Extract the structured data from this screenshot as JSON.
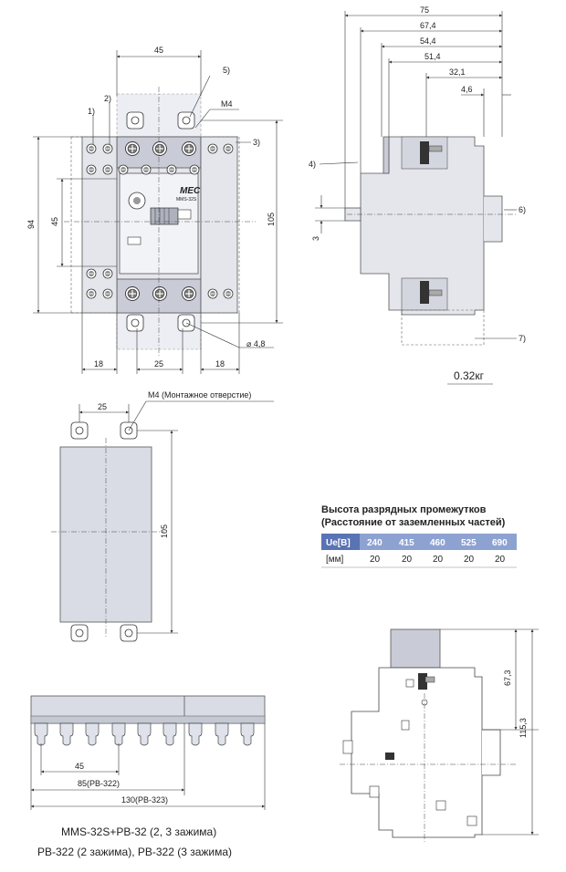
{
  "front_view": {
    "dims": {
      "top_width": "45",
      "height_left": "94",
      "inner_height": "45",
      "height_right": "105",
      "bottom_left": "18",
      "bottom_mid": "25",
      "bottom_right": "18",
      "hole": "⌀ 4,8"
    },
    "callouts": {
      "c1": "1)",
      "c2": "2)",
      "c3": "3)",
      "c5": "5)",
      "m4": "M4"
    },
    "device": {
      "brand": "MEC",
      "model": "MMS-32S"
    }
  },
  "side_view": {
    "dims": {
      "d75": "75",
      "d67_4": "67,4",
      "d54_4": "54,4",
      "d51_4": "51,4",
      "d32_1": "32,1",
      "d4_6": "4,6",
      "d3": "3"
    },
    "callouts": {
      "c4": "4)",
      "c6": "6)",
      "c7": "7)"
    },
    "weight": "0.32кг"
  },
  "busbar_bracket": {
    "label": "M4 (Монтажное отверстие)",
    "top_dim": "25",
    "height": "105"
  },
  "busbar": {
    "dim_45": "45",
    "dim_85": "85(PB-322)",
    "dim_130": "130(PB-323)",
    "caption_line1": "MMS-32S+PB-32 (2, 3 зажима)",
    "caption_line2": "PB-322 (2 зажима), PB-322 (3 зажима)"
  },
  "clearance_table": {
    "title_line1": "Высота разрядных промежутков",
    "title_line2": "(Расстояние от заземленных частей)",
    "header": [
      "Ue[В]",
      "240",
      "415",
      "460",
      "525",
      "690"
    ],
    "row": [
      "[мм]",
      "20",
      "20",
      "20",
      "20",
      "20"
    ],
    "header_color": "#7f95c9",
    "header_first_color": "#5a73b4"
  },
  "side_view_2": {
    "dims": {
      "d67_3": "67,3",
      "d115_3": "115,3"
    }
  }
}
